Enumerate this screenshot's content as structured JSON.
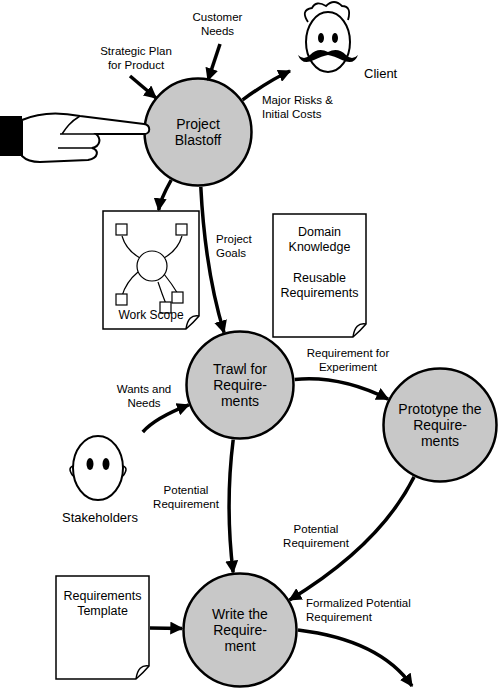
{
  "diagram": {
    "nodes": [
      {
        "text": [
          "Client"
        ]
      },
      {
        "text": [
          "Project Blastoff"
        ]
      },
      {
        "text": [
          "Work Scope"
        ]
      },
      {
        "text": [
          "Domain Knowledge",
          "Reusable Requirements"
        ]
      },
      {
        "text": [
          "Trawl for Require- ments"
        ]
      },
      {
        "text": [
          "Prototype the Require- ments"
        ]
      },
      {
        "text": [
          "Stakeholders"
        ]
      },
      {
        "text": [
          "Requirements Template"
        ]
      },
      {
        "text": [
          "Write the Require- ment"
        ]
      }
    ],
    "edges": [
      {
        "from": 1,
        "to": 0,
        "arrow": "to",
        "label": "Major Risks & Initial Costs"
      },
      {
        "from": 1,
        "to": 2,
        "arrow": "to"
      },
      {
        "from": 1,
        "to": 4,
        "arrow": "to",
        "label": "Project Goals"
      },
      {
        "from": 6,
        "to": 4,
        "arrow": "to",
        "label": "Wants and Needs"
      },
      {
        "from": 4,
        "to": 5,
        "arrow": "to",
        "label": "Requirement for Experiment"
      },
      {
        "from": 4,
        "to": 8,
        "arrow": "to",
        "label": "Potential Requirement"
      },
      {
        "from": 5,
        "to": 8,
        "arrow": "to",
        "label": "Potential Requirement"
      },
      {
        "from": 7,
        "to": 8,
        "arrow": "to"
      }
    ],
    "labels": [
      "Strategic Plan for Product",
      "Customer Needs",
      "Formalized Potential Requirement"
    ]
  }
}
